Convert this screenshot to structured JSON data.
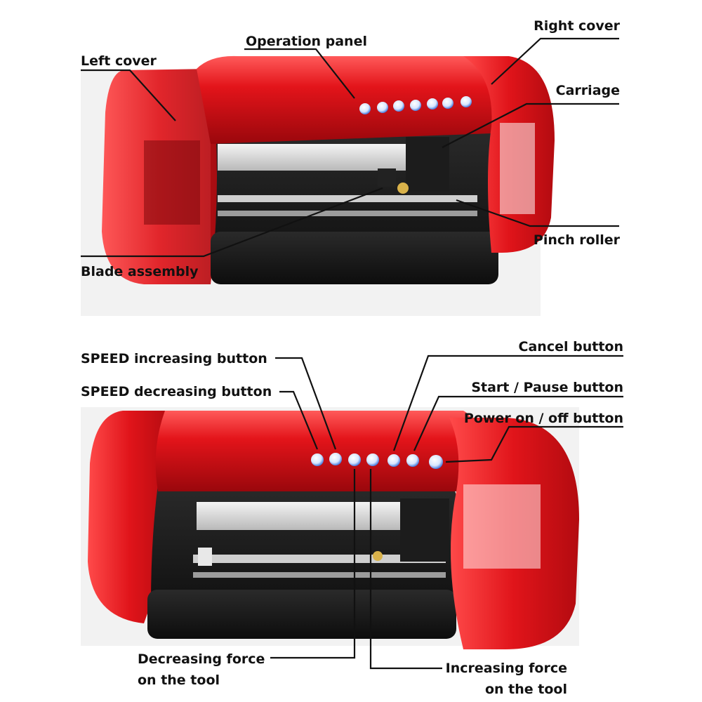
{
  "top_panel": {
    "labels": {
      "operation_panel": "Operation panel",
      "right_cover": "Right cover",
      "left_cover": "Left cover",
      "carriage": "Carriage",
      "pinch_roller": "Pinch roller",
      "blade_assembly": "Blade assembly"
    }
  },
  "bottom_panel": {
    "labels": {
      "speed_increasing": "SPEED increasing button",
      "speed_decreasing": "SPEED decreasing button",
      "cancel": "Cancel button",
      "start_pause": "Start / Pause button",
      "power": "Power on / off button",
      "decreasing_force_line1": "Decreasing force",
      "decreasing_force_line2": "on the tool",
      "increasing_force_line1": "Increasing force",
      "increasing_force_line2": "on the tool"
    }
  },
  "colors": {
    "body_red": "#e0141a",
    "dark_red": "#8e070b",
    "cover_red": "#ff2b2b",
    "black": "#141414",
    "button_blue": "#2a66d6"
  }
}
